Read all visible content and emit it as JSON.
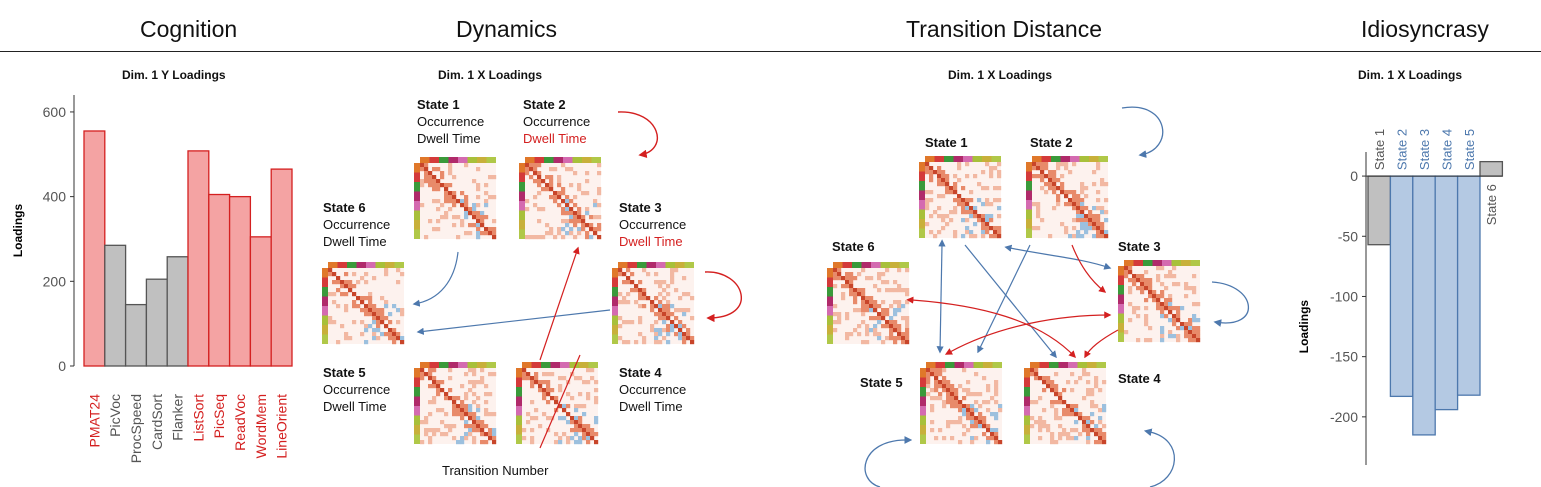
{
  "titles": {
    "cognition": "Cognition",
    "dynamics": "Dynamics",
    "transition": "Transition Distance",
    "idiosyncrasy": "Idiosyncrasy"
  },
  "subtitles": {
    "cognition": "Dim. 1 Y Loadings",
    "dynamics": "Dim. 1 X Loadings",
    "transition": "Dim. 1 X Loadings",
    "idiosyncrasy": "Dim. 1 X Loadings"
  },
  "dynamics": {
    "states": [
      {
        "name": "State 1",
        "line1": "Occurrence",
        "line2": "Dwell Time",
        "line2_highlight": false
      },
      {
        "name": "State 2",
        "line1": "Occurrence",
        "line2": "Dwell Time",
        "line2_highlight": true
      },
      {
        "name": "State 3",
        "line1": "Occurrence",
        "line2": "Dwell Time",
        "line2_highlight": true
      },
      {
        "name": "State 4",
        "line1": "Occurrence",
        "line2": "Dwell Time",
        "line2_highlight": false
      },
      {
        "name": "State 5",
        "line1": "Occurrence",
        "line2": "Dwell Time",
        "line2_highlight": false
      },
      {
        "name": "State 6",
        "line1": "Occurrence",
        "line2": "Dwell Time",
        "line2_highlight": false
      }
    ],
    "footer": "Transition Number"
  },
  "transition": {
    "states": [
      "State 1",
      "State 2",
      "State 3",
      "State 4",
      "State 5",
      "State 6"
    ]
  },
  "colors": {
    "red_fill": "#f4a3a3",
    "red_stroke": "#d42020",
    "gray_fill": "#c0c0c0",
    "gray_stroke": "#555555",
    "blue_fill": "#b4c9e3",
    "blue_stroke": "#4d78ad",
    "red_arrow": "#d42020",
    "blue_arrow": "#4d78ad"
  },
  "chart_data": [
    {
      "type": "bar",
      "ylabel": "Loadings",
      "ylim": [
        0,
        640
      ],
      "yticks": [
        0,
        200,
        400,
        600
      ],
      "grid": false,
      "categories": [
        "PMAT24",
        "PicVoc",
        "ProcSpeed",
        "CardSort",
        "Flanker",
        "ListSort",
        "PicSeq",
        "ReadVoc",
        "WordMem",
        "LineOrient"
      ],
      "values": [
        555,
        285,
        145,
        205,
        258,
        508,
        405,
        400,
        305,
        465
      ],
      "highlight": [
        true,
        false,
        false,
        false,
        false,
        true,
        true,
        true,
        true,
        true
      ]
    },
    {
      "type": "bar",
      "ylabel": "Loadings",
      "ylim": [
        -240,
        20
      ],
      "yticks": [
        0,
        -50,
        -100,
        -150,
        -200
      ],
      "grid": false,
      "categories": [
        "State 1",
        "State 2",
        "State 3",
        "State 4",
        "State 5",
        "State 6"
      ],
      "values": [
        -57,
        -183,
        -215,
        -194,
        -182,
        12
      ],
      "highlight": [
        false,
        true,
        true,
        true,
        true,
        false
      ]
    }
  ]
}
